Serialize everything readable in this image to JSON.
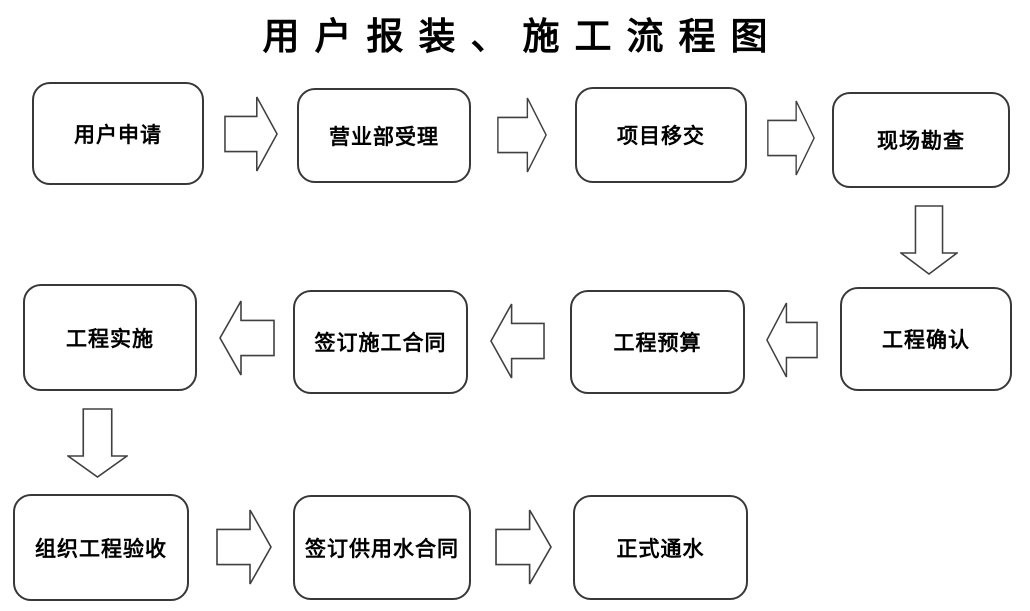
{
  "title": "用户报装、施工流程图",
  "colors": {
    "background": "#ffffff",
    "node_border": "#383838",
    "arrow_outline": "#404040",
    "text": "#000000"
  },
  "flowchart": {
    "nodes": [
      {
        "label": "用户申请"
      },
      {
        "label": "营业部受理"
      },
      {
        "label": "项目移交"
      },
      {
        "label": "现场勘查"
      },
      {
        "label": "工程确认"
      },
      {
        "label": "工程预算"
      },
      {
        "label": "签订施工合同"
      },
      {
        "label": "工程实施"
      },
      {
        "label": "组织工程验收"
      },
      {
        "label": "签订供用水合同"
      },
      {
        "label": "正式通水"
      }
    ],
    "connectors": [
      {
        "from": "用户申请",
        "to": "营业部受理",
        "direction": "right"
      },
      {
        "from": "营业部受理",
        "to": "项目移交",
        "direction": "right"
      },
      {
        "from": "项目移交",
        "to": "现场勘查",
        "direction": "right"
      },
      {
        "from": "现场勘查",
        "to": "工程确认",
        "direction": "down"
      },
      {
        "from": "工程确认",
        "to": "工程预算",
        "direction": "left"
      },
      {
        "from": "工程预算",
        "to": "签订施工合同",
        "direction": "left"
      },
      {
        "from": "签订施工合同",
        "to": "工程实施",
        "direction": "left"
      },
      {
        "from": "工程实施",
        "to": "组织工程验收",
        "direction": "down"
      },
      {
        "from": "组织工程验收",
        "to": "签订供用水合同",
        "direction": "right"
      },
      {
        "from": "签订供用水合同",
        "to": "正式通水",
        "direction": "right"
      }
    ]
  }
}
